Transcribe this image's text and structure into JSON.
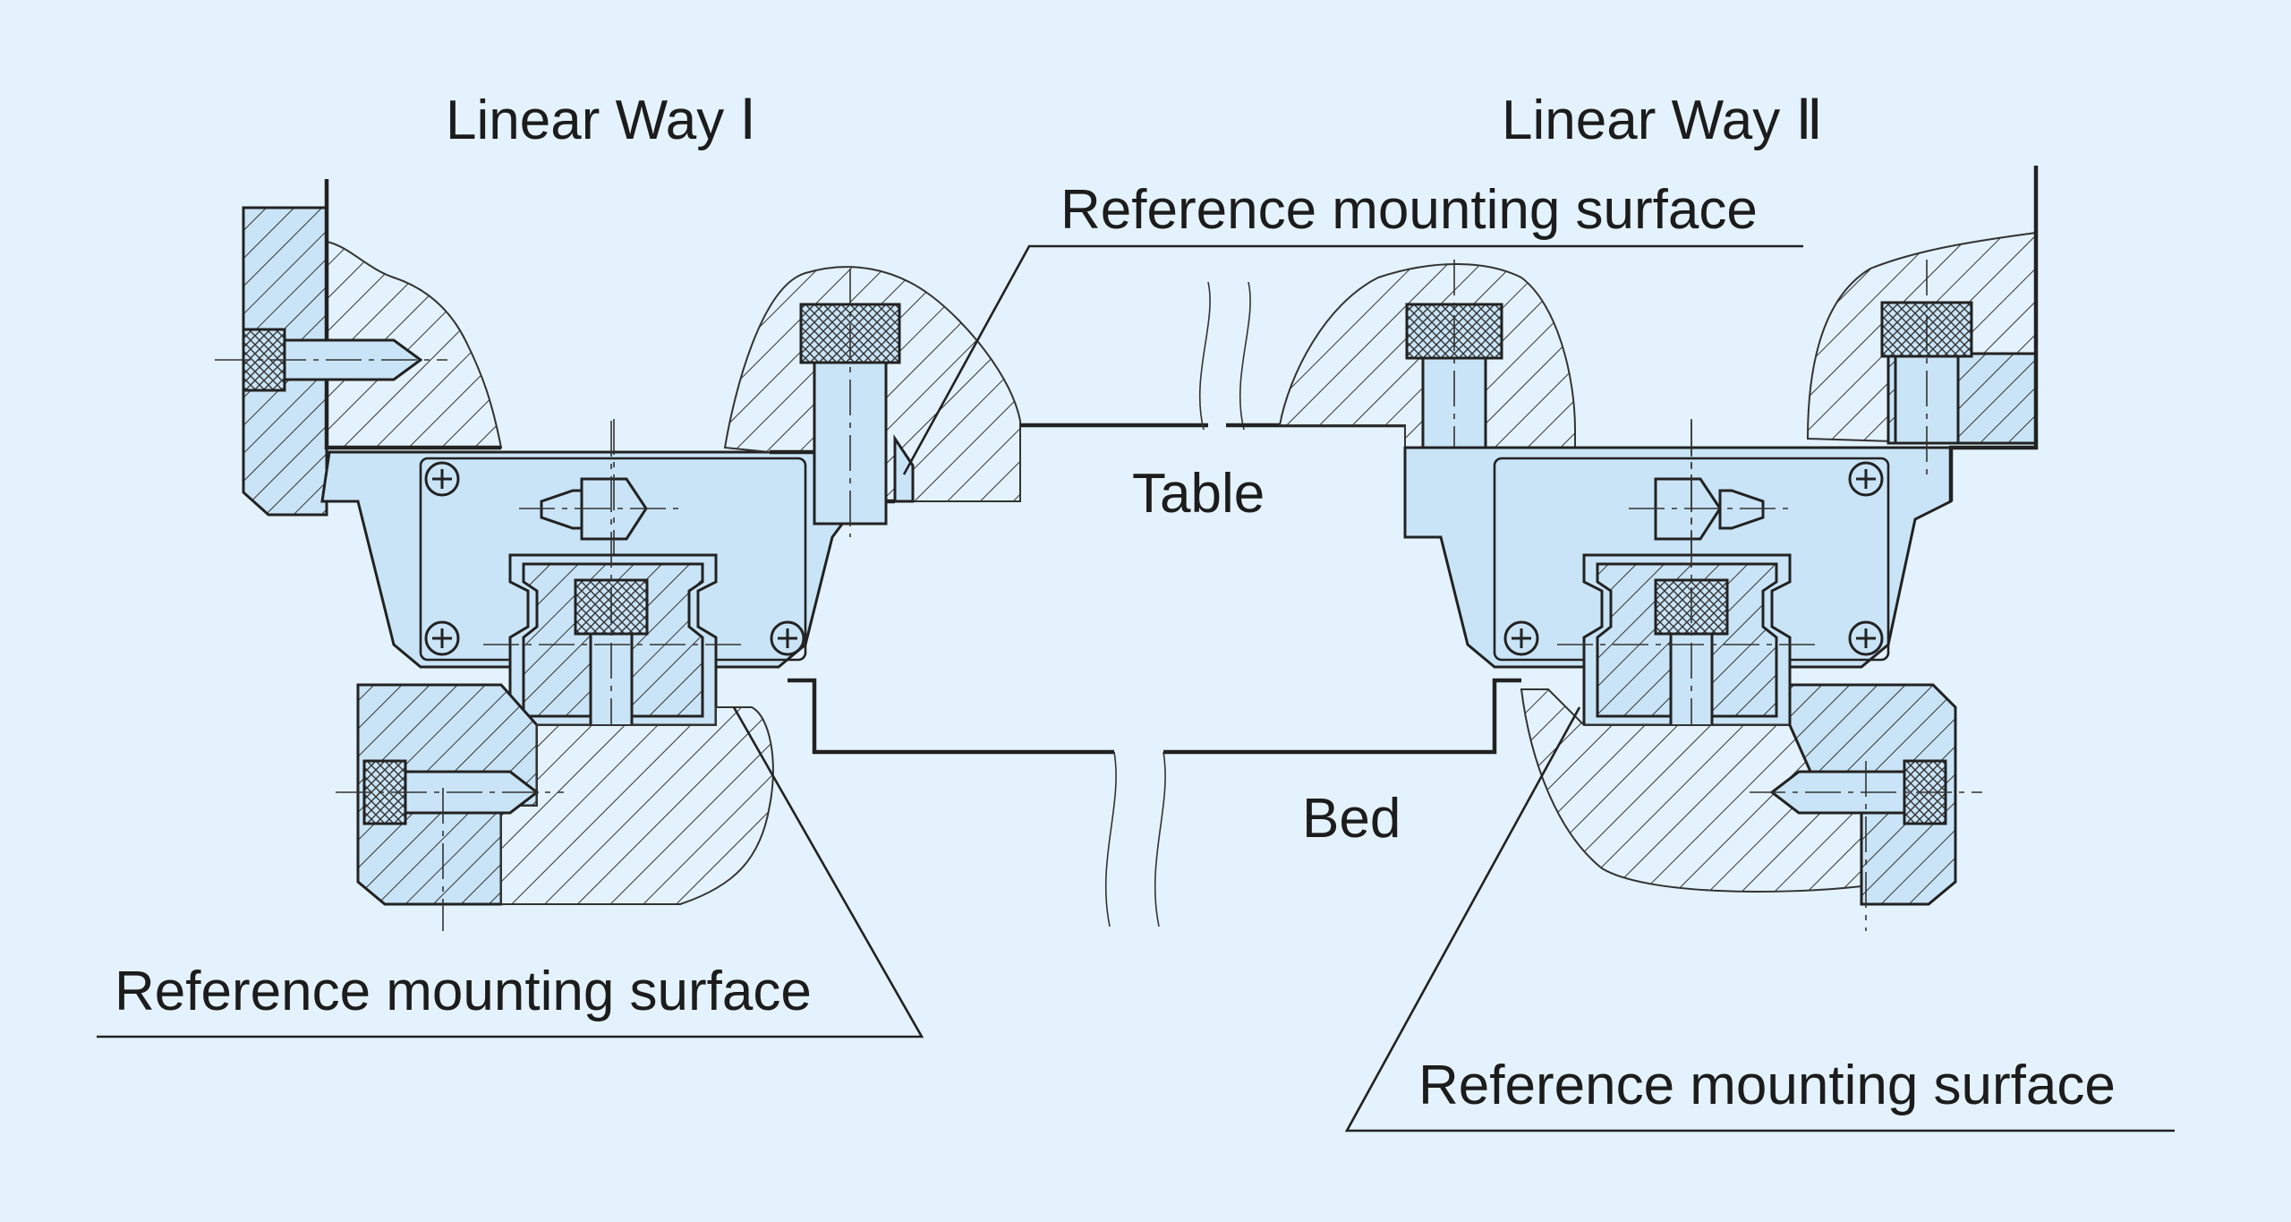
{
  "title_left": "Linear Way Ⅰ",
  "title_right": "Linear Way Ⅱ",
  "label_table": "Table",
  "label_bed": "Bed",
  "label_ref_top": "Reference mounting surface",
  "label_ref_bottom_left": "Reference mounting surface",
  "label_ref_bottom_right": "Reference mounting surface",
  "colors": {
    "background": "#e3f2fc",
    "part_fill": "#c9e4f6",
    "line": "#222222"
  }
}
